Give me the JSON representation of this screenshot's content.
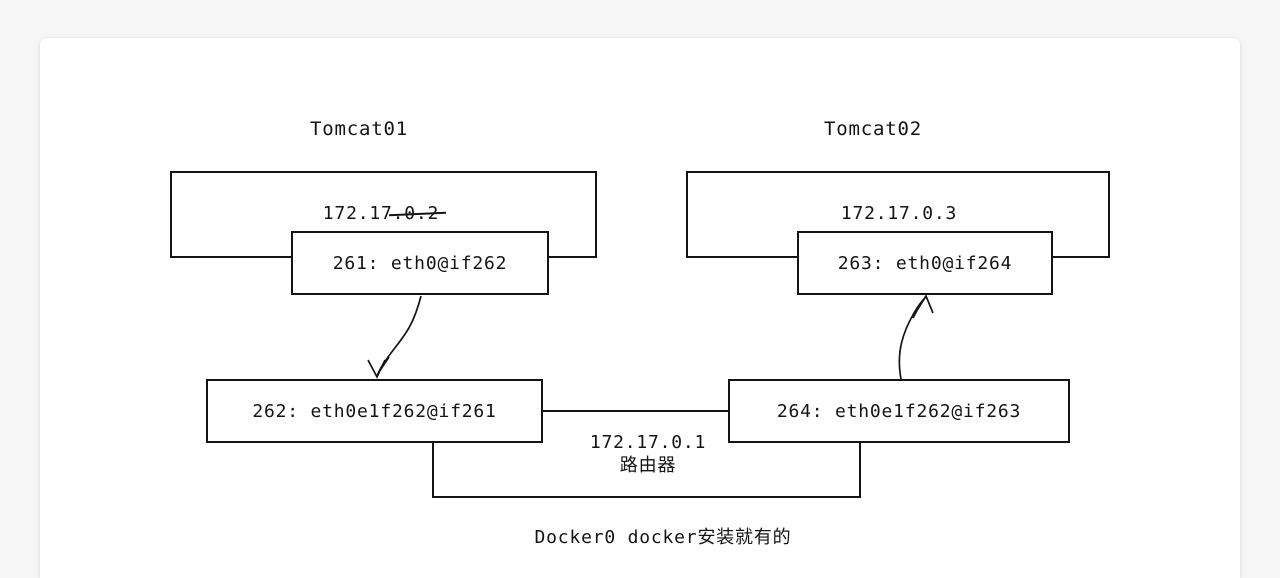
{
  "colors": {
    "ink": "#141414",
    "page_bg": "#f6f6f7",
    "card_bg": "#ffffff"
  },
  "containers": {
    "tomcat01": {
      "title": "Tomcat01",
      "ip_prefix": "172.17.",
      "ip_struck": "0.2",
      "interface": "261: eth0@if262"
    },
    "tomcat02": {
      "title": "Tomcat02",
      "ip": "172.17.0.3",
      "interface": "263: eth0@if264"
    }
  },
  "host_interfaces": {
    "left": "262: eth0e1f262@if261",
    "right": "264: eth0e1f262@if263"
  },
  "router": {
    "ip": "172.17.0.1",
    "label": "路由器"
  },
  "bridge_note": "Docker0 docker安装就有的"
}
